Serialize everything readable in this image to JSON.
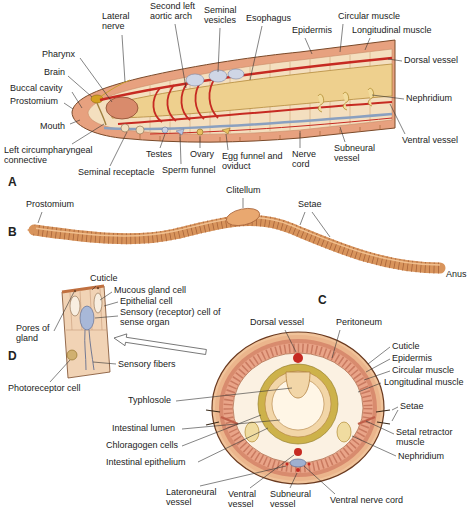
{
  "diagram": {
    "labels": [
      "Second left aortic arch",
      "Seminal vesicles",
      "Esophagus",
      "Lateral nerve",
      "Epidermis",
      "Pharynx",
      "Circular muscle",
      "Longitudinal muscle",
      "Brain",
      "Dorsal vessel",
      "Buccal cavity",
      "Prostomium",
      "Mouth",
      "Nephridium",
      "Left circumpharyngeal connective",
      "Testes",
      "Ovary",
      "Seminal receptacle",
      "Sperm funnel",
      "Egg funnel and oviduct",
      "Nerve cord",
      "Subneural vessel",
      "Ventral vessel",
      "A",
      "Prostomium",
      "Clitellum",
      "Setae",
      "Anus",
      "B",
      "Cuticle",
      "Mucous gland cell",
      "Pores of gland",
      "Epithelial cell",
      "Sensory (receptor) cell of sense organ",
      "Sensory fibers",
      "Photoreceptor cell",
      "D",
      "C",
      "Dorsal vessel",
      "Peritoneum",
      "Cuticle",
      "Epidermis",
      "Circular muscle",
      "Longitudinal muscle",
      "Setae",
      "Typhlosole",
      "Setal retractor muscle",
      "Intestinal lumen",
      "Nephridium",
      "Chloragogen cells",
      "Intestinal epithelium",
      "Lateroneural vessel",
      "Ventral vessel",
      "Subneural vessel",
      "Ventral nerve cord"
    ]
  }
}
